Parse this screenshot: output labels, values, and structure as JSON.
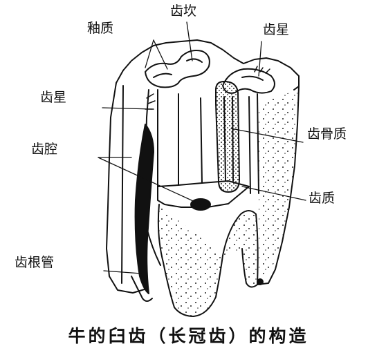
{
  "labels": {
    "enamel": "釉质",
    "infundibulum": "齿坎",
    "star_top": "齿星",
    "star_left": "齿星",
    "pulp_cavity": "齿腔",
    "cementum": "齿骨质",
    "dentin": "齿质",
    "root_canal": "齿根管"
  },
  "caption": "牛的臼齿（长冠齿）的构造",
  "colors": {
    "ink": "#111111",
    "paper": "#ffffff"
  }
}
